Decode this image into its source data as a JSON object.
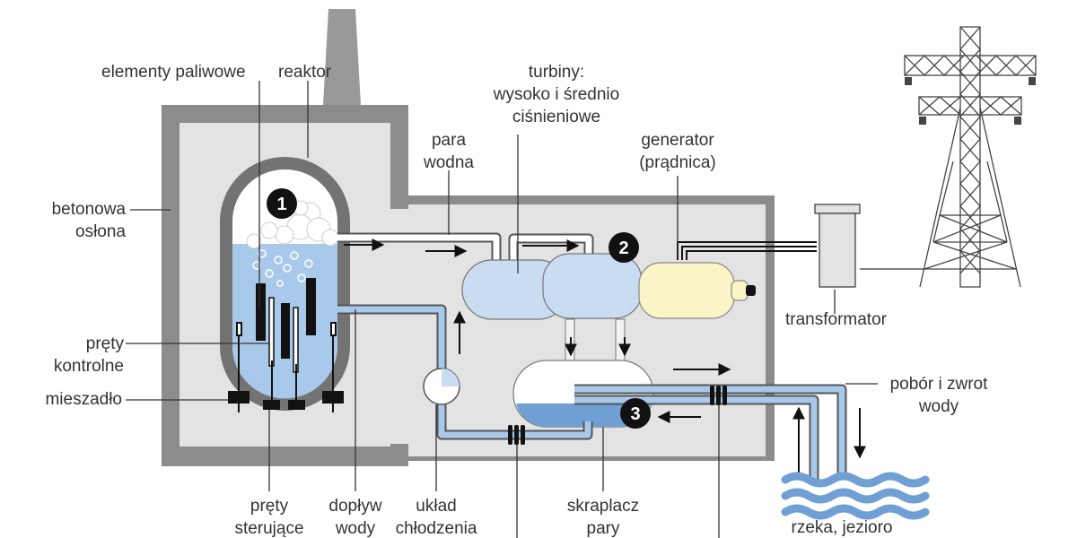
{
  "labels": {
    "fuel_elements": "elementy paliwowe",
    "reactor": "reaktor",
    "turbines_line1": "turbiny:",
    "turbines_line2": "wysoko i średnio",
    "turbines_line3": "ciśnieniowe",
    "steam_line1": "para",
    "steam_line2": "wodna",
    "generator_line1": "generator",
    "generator_line2": "(prądnica)",
    "concrete_line1": "betonowa",
    "concrete_line2": "osłona",
    "transformer": "transformator",
    "control_rods_line1": "pręty",
    "control_rods_line2": "kontrolne",
    "stirrer": "mieszadło",
    "water_intake_line1": "pobór i zwrot",
    "water_intake_line2": "wody",
    "steering_rods_line1": "pręty",
    "steering_rods_line2": "sterujące",
    "water_inflow_line1": "dopływ",
    "water_inflow_line2": "wody",
    "cooling_line1": "układ",
    "cooling_line2": "chłodzenia",
    "condenser_line1": "skraplacz",
    "condenser_line2": "pary",
    "river_lake": "rzeka, jezioro"
  },
  "markers": [
    "1",
    "2",
    "3"
  ],
  "colors": {
    "concrete": "#8c8c8c",
    "building_fill": "#e3e3e3",
    "water": "#a9c9ea",
    "water_dark": "#6f9fd3",
    "turbine": "#c9dcf2",
    "generator": "#fbf4c6",
    "rods": "#111111",
    "text": "#333333"
  }
}
